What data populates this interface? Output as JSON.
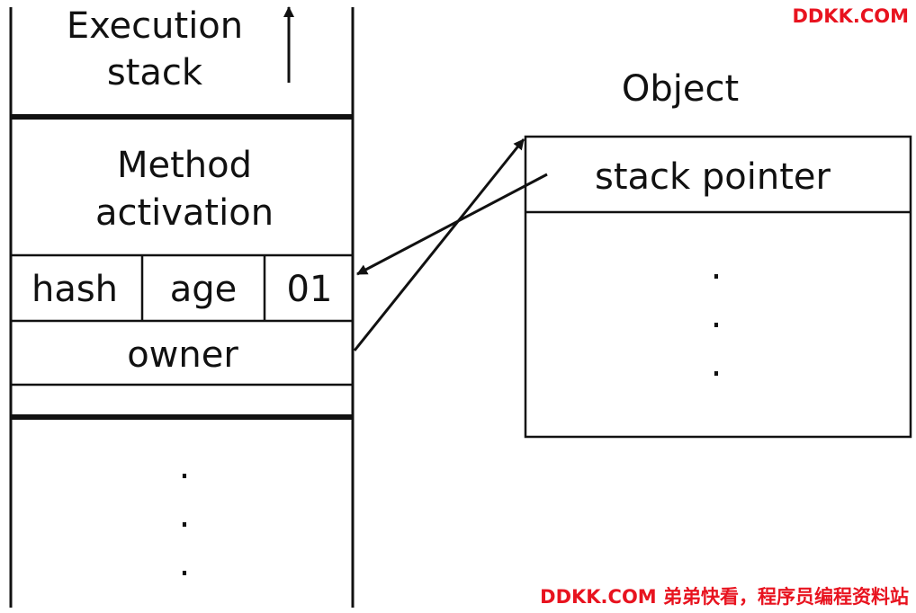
{
  "stack": {
    "title_line1": "Execution",
    "title_line2": "stack",
    "frame_line1": "Method",
    "frame_line2": "activation",
    "cells": [
      "hash",
      "age",
      "01"
    ],
    "owner": "owner",
    "ellipsis": [
      ".",
      ".",
      "."
    ]
  },
  "object": {
    "title": "Object",
    "field": "stack pointer",
    "ellipsis": [
      ".",
      ".",
      "."
    ]
  },
  "colors": {
    "line": "#111111",
    "watermark": "#e8131f"
  },
  "watermark": {
    "top": "DDKK.COM",
    "bottom": "DDKK.COM 弟弟快看，程序员编程资料站"
  }
}
